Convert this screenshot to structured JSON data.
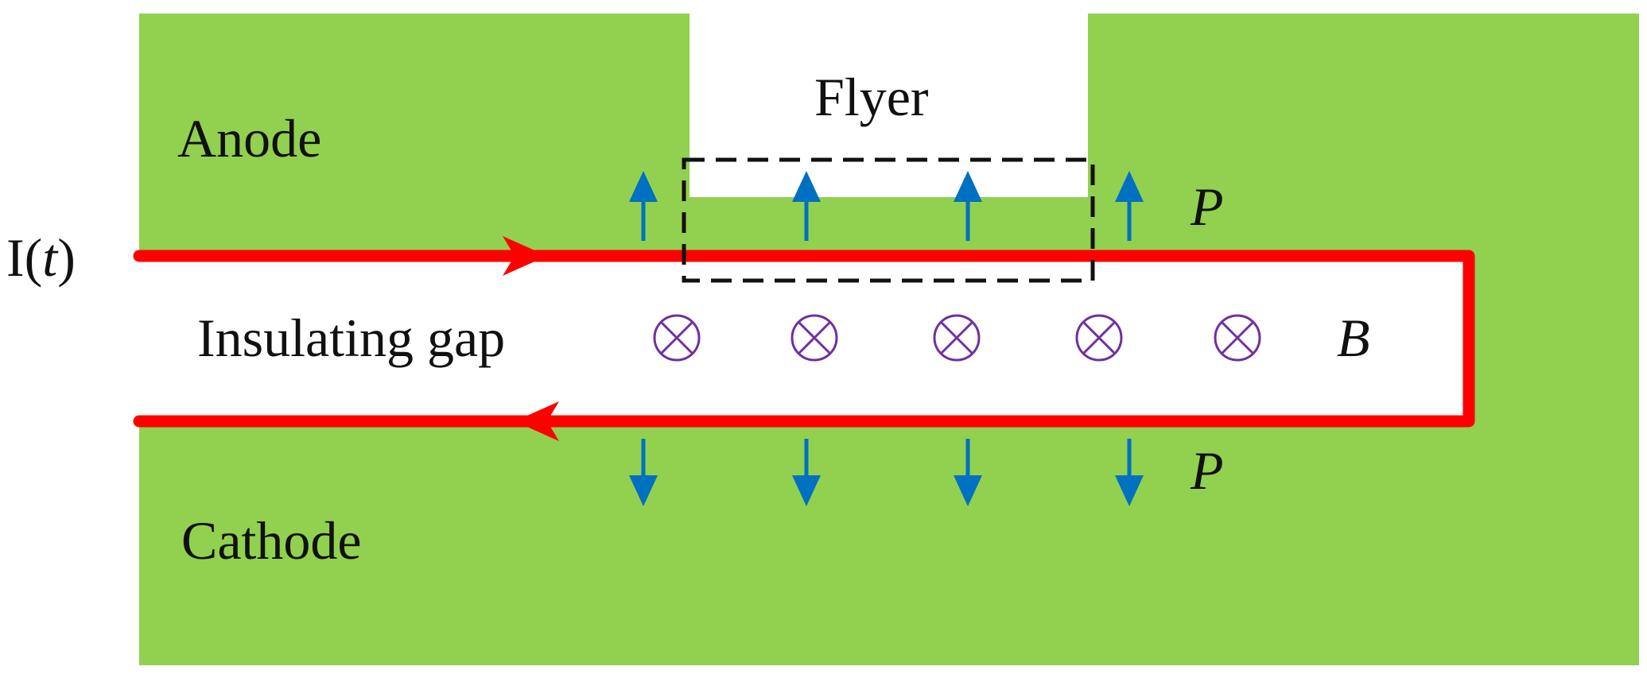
{
  "labels": {
    "anode": "Anode",
    "cathode": "Cathode",
    "flyer": "Flyer",
    "gap": "Insulating gap",
    "current_prefix": "I(",
    "current_var": "t",
    "current_suffix": ")",
    "pressure_top": "P",
    "pressure_bottom": "P",
    "field": "B"
  },
  "colors": {
    "electrode": "#92d050",
    "current": "#ff0000",
    "pressure_arrow": "#0070c0",
    "field_symbol": "#7030a0",
    "flyer_outline": "#111111"
  },
  "icons": {
    "current_direction": "arrowhead",
    "pressure": "arrow-up-down",
    "field": "circled-times-into-page"
  }
}
